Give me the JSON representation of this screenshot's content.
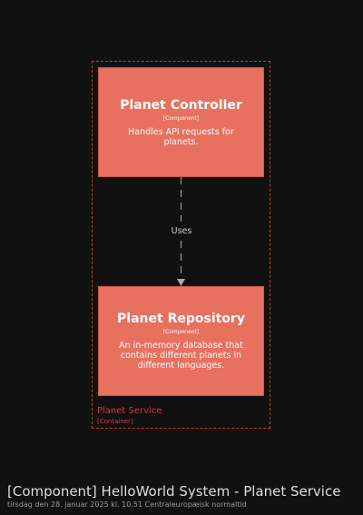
{
  "diagram": {
    "title": "[Component] HelloWorld System - Planet Service",
    "timestamp": "tirsdag den 28. januar 2025 kl. 10.51 Centraleuropæisk normaltid",
    "container": {
      "name": "Planet Service",
      "type": "[Container]"
    },
    "components": [
      {
        "name": "Planet Controller",
        "type": "[Component]",
        "description": "Handles API requests for planets."
      },
      {
        "name": "Planet Repository",
        "type": "[Component]",
        "description": "An in-memory database that contains different planets in different languages."
      }
    ],
    "relationship": {
      "label": "Uses"
    },
    "colors": {
      "background": "#111111",
      "component_fill": "#e8705f",
      "boundary": "#c0392b",
      "arrow": "#aaaaaa"
    }
  }
}
